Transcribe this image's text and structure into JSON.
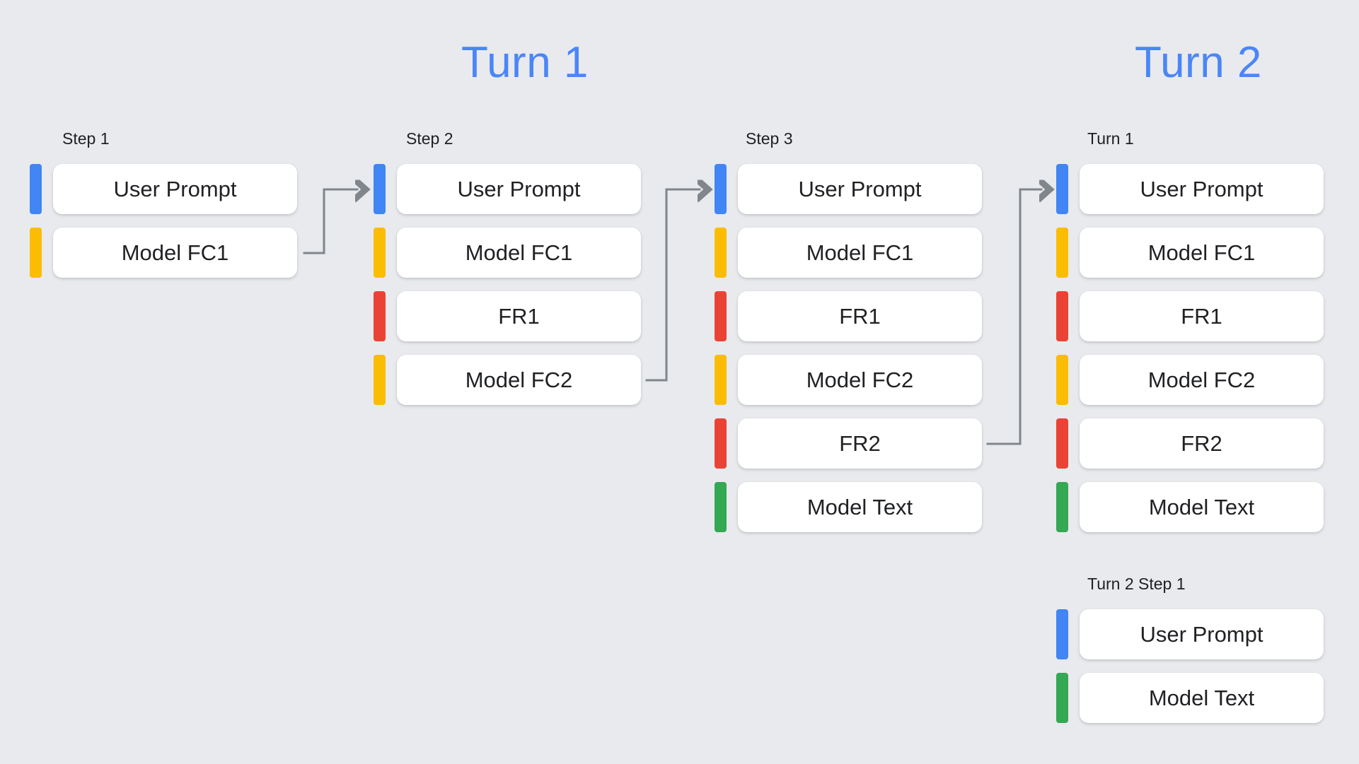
{
  "background_color": "#e8eaed",
  "palette": {
    "blue": "#4285f4",
    "yellow": "#fbbc04",
    "red": "#ea4335",
    "green": "#34a853",
    "title_blue": "#4a86f7",
    "connector_gray": "#80868b",
    "card_white": "#ffffff",
    "text_dark": "#202124"
  },
  "titles": {
    "turn1": "Turn 1",
    "turn2": "Turn 2"
  },
  "columns": [
    {
      "id": "step-1",
      "header": "Step 1",
      "rows": [
        {
          "label": "User Prompt",
          "color": "blue"
        },
        {
          "label": "Model FC1",
          "color": "yellow"
        }
      ]
    },
    {
      "id": "step-2",
      "header": "Step 2",
      "rows": [
        {
          "label": "User Prompt",
          "color": "blue"
        },
        {
          "label": "Model FC1",
          "color": "yellow"
        },
        {
          "label": "FR1",
          "color": "red"
        },
        {
          "label": "Model FC2",
          "color": "yellow"
        }
      ]
    },
    {
      "id": "step-3",
      "header": "Step 3",
      "rows": [
        {
          "label": "User Prompt",
          "color": "blue"
        },
        {
          "label": "Model FC1",
          "color": "yellow"
        },
        {
          "label": "FR1",
          "color": "red"
        },
        {
          "label": "Model FC2",
          "color": "yellow"
        },
        {
          "label": "FR2",
          "color": "red"
        },
        {
          "label": "Model Text",
          "color": "green"
        }
      ]
    },
    {
      "id": "turn-1-recap",
      "header": "Turn 1",
      "rows": [
        {
          "label": "User Prompt",
          "color": "blue"
        },
        {
          "label": "Model FC1",
          "color": "yellow"
        },
        {
          "label": "FR1",
          "color": "red"
        },
        {
          "label": "Model FC2",
          "color": "yellow"
        },
        {
          "label": "FR2",
          "color": "red"
        },
        {
          "label": "Model Text",
          "color": "green"
        }
      ]
    },
    {
      "id": "turn-2-step-1",
      "header": "Turn 2 Step 1",
      "rows": [
        {
          "label": "User Prompt",
          "color": "blue"
        },
        {
          "label": "Model Text",
          "color": "green"
        }
      ]
    }
  ],
  "connectors": [
    {
      "id": "conn-step1-to-step2",
      "from": "step-1 / Model FC1",
      "to": "step-2 / User Prompt",
      "arrow": "right"
    },
    {
      "id": "conn-step2-to-step3",
      "from": "step-2 / Model FC2",
      "to": "step-3 / User Prompt",
      "arrow": "right"
    },
    {
      "id": "conn-step3-to-turn2",
      "from": "step-3 / FR2",
      "to": "turn-1-recap / User Prompt",
      "arrow": "right"
    }
  ]
}
